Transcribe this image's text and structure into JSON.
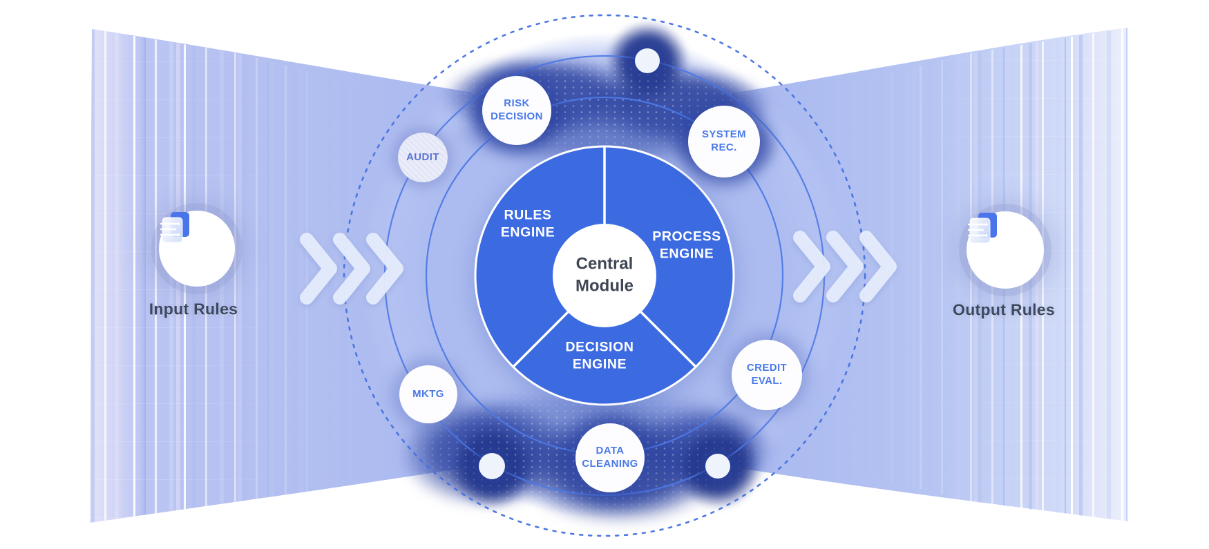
{
  "diagram": {
    "center": {
      "label": "Central Module"
    },
    "engines": [
      {
        "id": "rules",
        "label": "RULES ENGINE"
      },
      {
        "id": "process",
        "label": "PROCESS ENGINE"
      },
      {
        "id": "decision",
        "label": "DECISION ENGINE"
      }
    ],
    "nodes": [
      {
        "id": "risk-decision",
        "label": "RISK DECISION"
      },
      {
        "id": "audit",
        "label": "AUDIT"
      },
      {
        "id": "system-rec",
        "label": "SYSTEM REC."
      },
      {
        "id": "mktg",
        "label": "MKTG"
      },
      {
        "id": "data-cleaning",
        "label": "DATA CLEANING"
      },
      {
        "id": "credit-eval",
        "label": "CREDIT EVAL."
      }
    ]
  },
  "flow": {
    "input": {
      "label": "Input Rules"
    },
    "output": {
      "label": "Output Rules"
    }
  },
  "icons": [
    "document-icon",
    "chevrons-right-icon"
  ],
  "colors": {
    "pie_blue": "#3c6ae0",
    "ring_blue": "#4b76e4",
    "node_text_blue": "#4a79e8",
    "center_text": "#3e4654",
    "terminal_text": "#3c4760",
    "navy_blob": "#2c449e",
    "ribbon_blue": "#aebdf1"
  }
}
